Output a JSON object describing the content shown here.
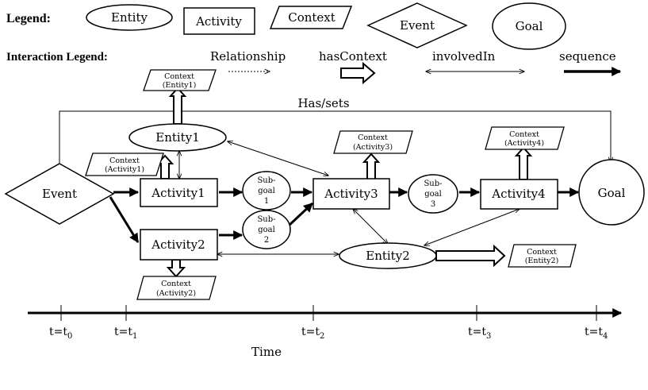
{
  "legend": {
    "title": "Legend:",
    "entity": "Entity",
    "activity": "Activity",
    "context": "Context",
    "event": "Event",
    "goal": "Goal"
  },
  "interaction_legend": {
    "title": "Interaction Legend:",
    "relationship": "Relationship",
    "has_context": "hasContext",
    "involved_in": "involvedIn",
    "sequence": "sequence"
  },
  "nodes": {
    "event": "Event",
    "goal": "Goal",
    "entity1": "Entity1",
    "entity2": "Entity2",
    "activity1": "Activity1",
    "activity2": "Activity2",
    "activity3": "Activity3",
    "activity4": "Activity4",
    "subgoal1": [
      "Sub-",
      "goal",
      "1"
    ],
    "subgoal2": [
      "Sub-",
      "goal",
      "2"
    ],
    "subgoal3": [
      "Sub-",
      "goal",
      "3"
    ],
    "context_entity1": [
      "Context",
      "(Entity1)"
    ],
    "context_activity1": [
      "Context",
      "(Activity1)"
    ],
    "context_activity2": [
      "Context",
      "(Activity2)"
    ],
    "context_activity3": [
      "Context",
      "(Activity3)"
    ],
    "context_activity4": [
      "Context",
      "(Activity4)"
    ],
    "context_entity2": [
      "Context",
      "(Entity2)"
    ]
  },
  "edge_labels": {
    "has_sets": "Has/sets"
  },
  "timeline": {
    "axis_label": "Time",
    "ticks": [
      {
        "base": "t=t",
        "sub": "0"
      },
      {
        "base": "t=t",
        "sub": "1"
      },
      {
        "base": "t=t",
        "sub": "2"
      },
      {
        "base": "t=t",
        "sub": "3"
      },
      {
        "base": "t=t",
        "sub": "4"
      }
    ]
  }
}
